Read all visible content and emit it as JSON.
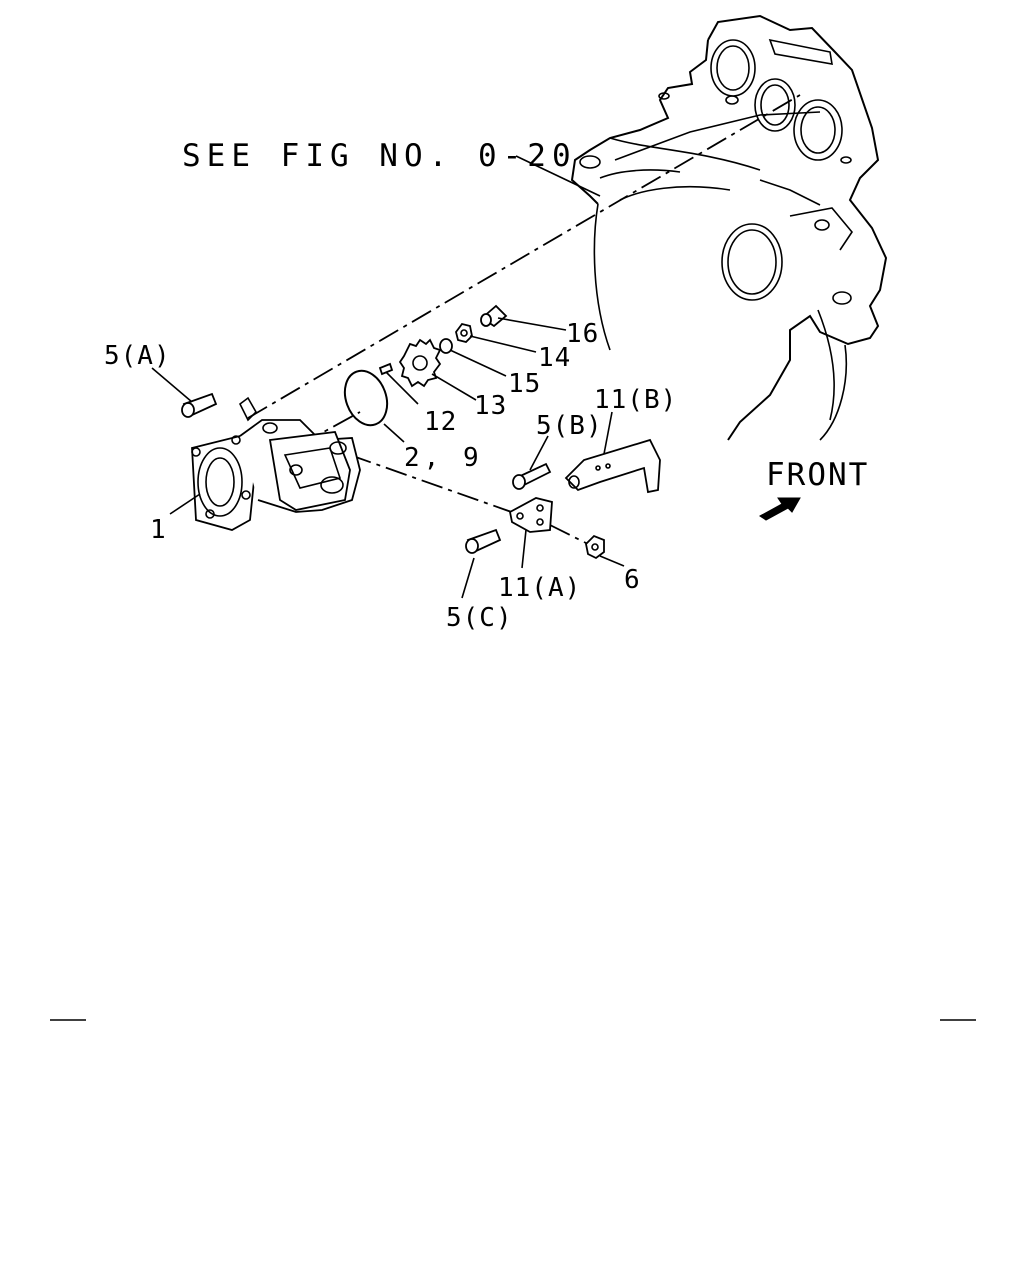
{
  "reference_note": "SEE FIG NO. 0-20",
  "direction_label": "FRONT",
  "callouts": {
    "c1": "1",
    "c2_9": "2, 9",
    "c5a": "5(A)",
    "c5b": "5(B)",
    "c5c": "5(C)",
    "c6": "6",
    "c11a": "11(A)",
    "c11b": "11(B)",
    "c12": "12",
    "c13": "13",
    "c14": "14",
    "c15": "15",
    "c16": "16"
  }
}
